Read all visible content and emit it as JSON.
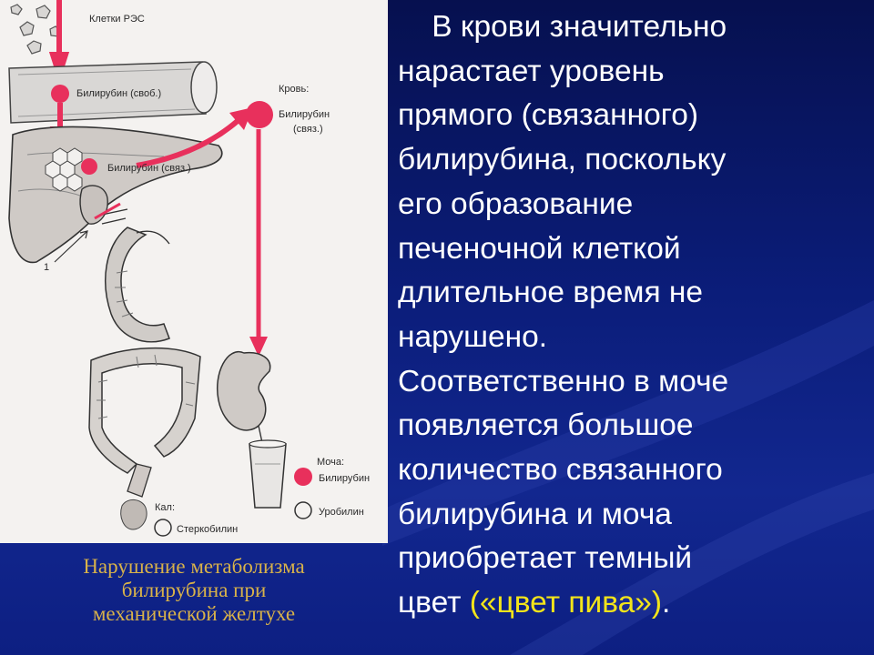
{
  "diagram": {
    "labels": {
      "res_cells": "Клетки РЭС",
      "bilirubin_free": "Билирубин (своб.)",
      "blood_title": "Кровь:",
      "blood_bilirubin": "Билирубин",
      "blood_bound": "(связ.)",
      "bilirubin_bound": "Билирубин (связ.)",
      "marker_one": "1",
      "urine_title": "Моча:",
      "urine_bilirubin": "Билирубин",
      "urobilin": "Уробилин",
      "feces_title": "Кал:",
      "stercobilin": "Стеркобилин"
    },
    "colors": {
      "pigment": "#e8305c",
      "panel_bg": "#f4f2f0",
      "ink": "#2a2a2a"
    }
  },
  "caption": {
    "line1": "Нарушение метаболизма",
    "line2": "билирубина при",
    "line3": "механической желтухе"
  },
  "main_text": {
    "lines": [
      "    В крови значительно",
      "нарастает уровень",
      "прямого (связанного)",
      "билирубина, поскольку",
      "его образование",
      "печеночной клеткой",
      "длительное время не",
      "нарушено.",
      "Соответственно в моче",
      "появляется большое",
      "количество связанного",
      "билирубина и моча",
      "приобретает темный"
    ],
    "last_line_prefix": "цвет ",
    "highlight": "(«цвет пива»)",
    "last_line_suffix": "."
  },
  "theme": {
    "caption_color": "#d8b24a",
    "highlight_color": "#f2e41a",
    "text_color": "#ffffff"
  }
}
